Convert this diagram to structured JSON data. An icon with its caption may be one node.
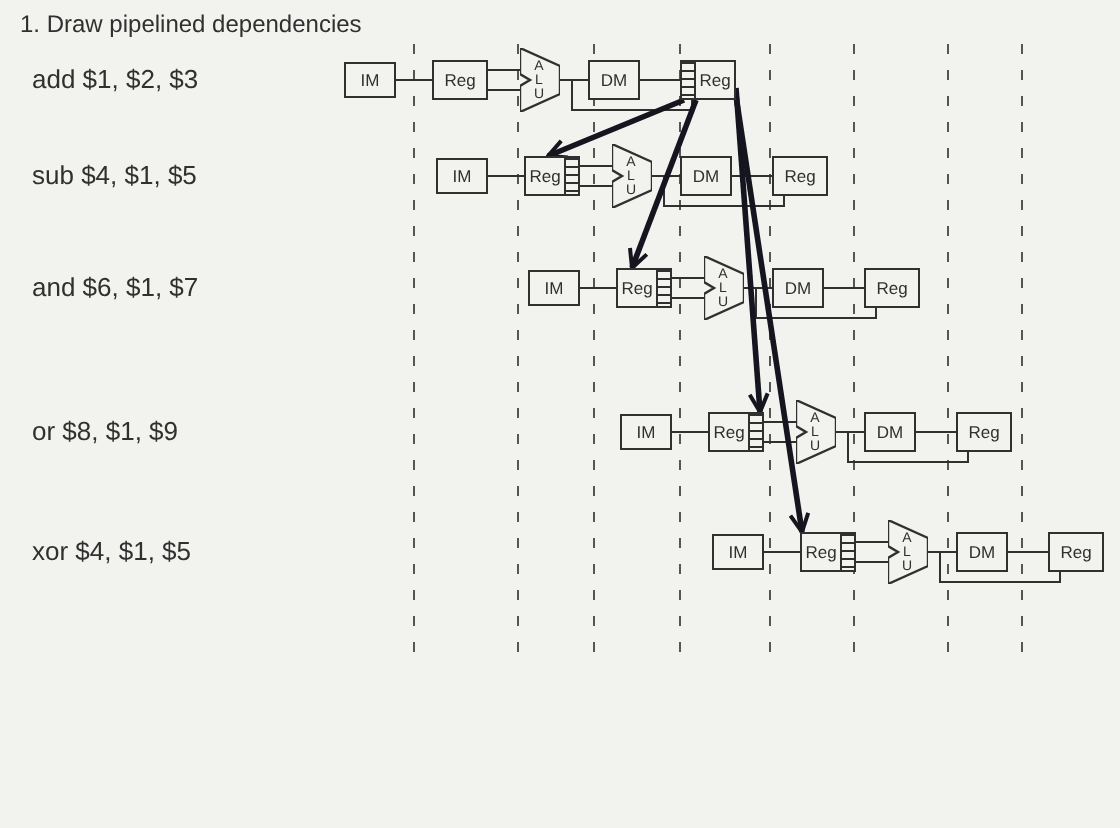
{
  "diagram": {
    "title": "1. Draw pipelined dependencies",
    "nodes": [
      {
        "text": [
          "IM"
        ]
      },
      {
        "text": [
          "Reg"
        ]
      },
      {
        "text": [
          "ALU"
        ]
      },
      {
        "text": [
          "DM"
        ]
      },
      {
        "text": [
          "Reg"
        ]
      },
      {
        "text": [
          "IM"
        ]
      },
      {
        "text": [
          "Reg"
        ]
      },
      {
        "text": [
          "ALU"
        ]
      },
      {
        "text": [
          "DM"
        ]
      },
      {
        "text": [
          "Reg"
        ]
      },
      {
        "text": [
          "IM"
        ]
      },
      {
        "text": [
          "Reg"
        ]
      },
      {
        "text": [
          "ALU"
        ]
      },
      {
        "text": [
          "DM"
        ]
      },
      {
        "text": [
          "Reg"
        ]
      },
      {
        "text": [
          "IM"
        ]
      },
      {
        "text": [
          "Reg"
        ]
      },
      {
        "text": [
          "ALU"
        ]
      },
      {
        "text": [
          "DM"
        ]
      },
      {
        "text": [
          "Reg"
        ]
      },
      {
        "text": [
          "IM"
        ]
      },
      {
        "text": [
          "Reg"
        ]
      },
      {
        "text": [
          "ALU"
        ]
      },
      {
        "text": [
          "DM"
        ]
      },
      {
        "text": [
          "Reg"
        ]
      }
    ],
    "edges": [
      {
        "from": 0,
        "to": 1,
        "arrow": "none"
      },
      {
        "from": 1,
        "to": 2,
        "arrow": "none"
      },
      {
        "from": 1,
        "to": 2,
        "arrow": "none"
      },
      {
        "from": 2,
        "to": 3,
        "arrow": "none"
      },
      {
        "from": 2,
        "to": 4,
        "arrow": "none"
      },
      {
        "from": 3,
        "to": 4,
        "arrow": "none"
      },
      {
        "from": 5,
        "to": 6,
        "arrow": "none"
      },
      {
        "from": 6,
        "to": 7,
        "arrow": "none"
      },
      {
        "from": 6,
        "to": 7,
        "arrow": "none"
      },
      {
        "from": 7,
        "to": 8,
        "arrow": "none"
      },
      {
        "from": 7,
        "to": 9,
        "arrow": "none"
      },
      {
        "from": 8,
        "to": 9,
        "arrow": "none"
      },
      {
        "from": 10,
        "to": 11,
        "arrow": "none"
      },
      {
        "from": 11,
        "to": 12,
        "arrow": "none"
      },
      {
        "from": 11,
        "to": 12,
        "arrow": "none"
      },
      {
        "from": 12,
        "to": 13,
        "arrow": "none"
      },
      {
        "from": 12,
        "to": 14,
        "arrow": "none"
      },
      {
        "from": 13,
        "to": 14,
        "arrow": "none"
      },
      {
        "from": 15,
        "to": 16,
        "arrow": "none"
      },
      {
        "from": 16,
        "to": 17,
        "arrow": "none"
      },
      {
        "from": 16,
        "to": 17,
        "arrow": "none"
      },
      {
        "from": 17,
        "to": 18,
        "arrow": "none"
      },
      {
        "from": 17,
        "to": 19,
        "arrow": "none"
      },
      {
        "from": 18,
        "to": 19,
        "arrow": "none"
      },
      {
        "from": 20,
        "to": 21,
        "arrow": "none"
      },
      {
        "from": 21,
        "to": 22,
        "arrow": "none"
      },
      {
        "from": 21,
        "to": 22,
        "arrow": "none"
      },
      {
        "from": 22,
        "to": 23,
        "arrow": "none"
      },
      {
        "from": 22,
        "to": 24,
        "arrow": "none"
      },
      {
        "from": 23,
        "to": 24,
        "arrow": "none"
      },
      {
        "from": 4,
        "to": 6,
        "arrow": "to",
        "style": "thick"
      },
      {
        "from": 4,
        "to": 11,
        "arrow": "to",
        "style": "thick"
      },
      {
        "from": 4,
        "to": 16,
        "arrow": "to",
        "style": "thick"
      },
      {
        "from": 4,
        "to": 21,
        "arrow": "to",
        "style": "thick"
      }
    ],
    "labels": [
      "add $1, $2, $3",
      "sub $4, $1, $5",
      "and $6, $1, $7",
      "or $8, $1, $9",
      "xor $4, $1, $5"
    ]
  }
}
